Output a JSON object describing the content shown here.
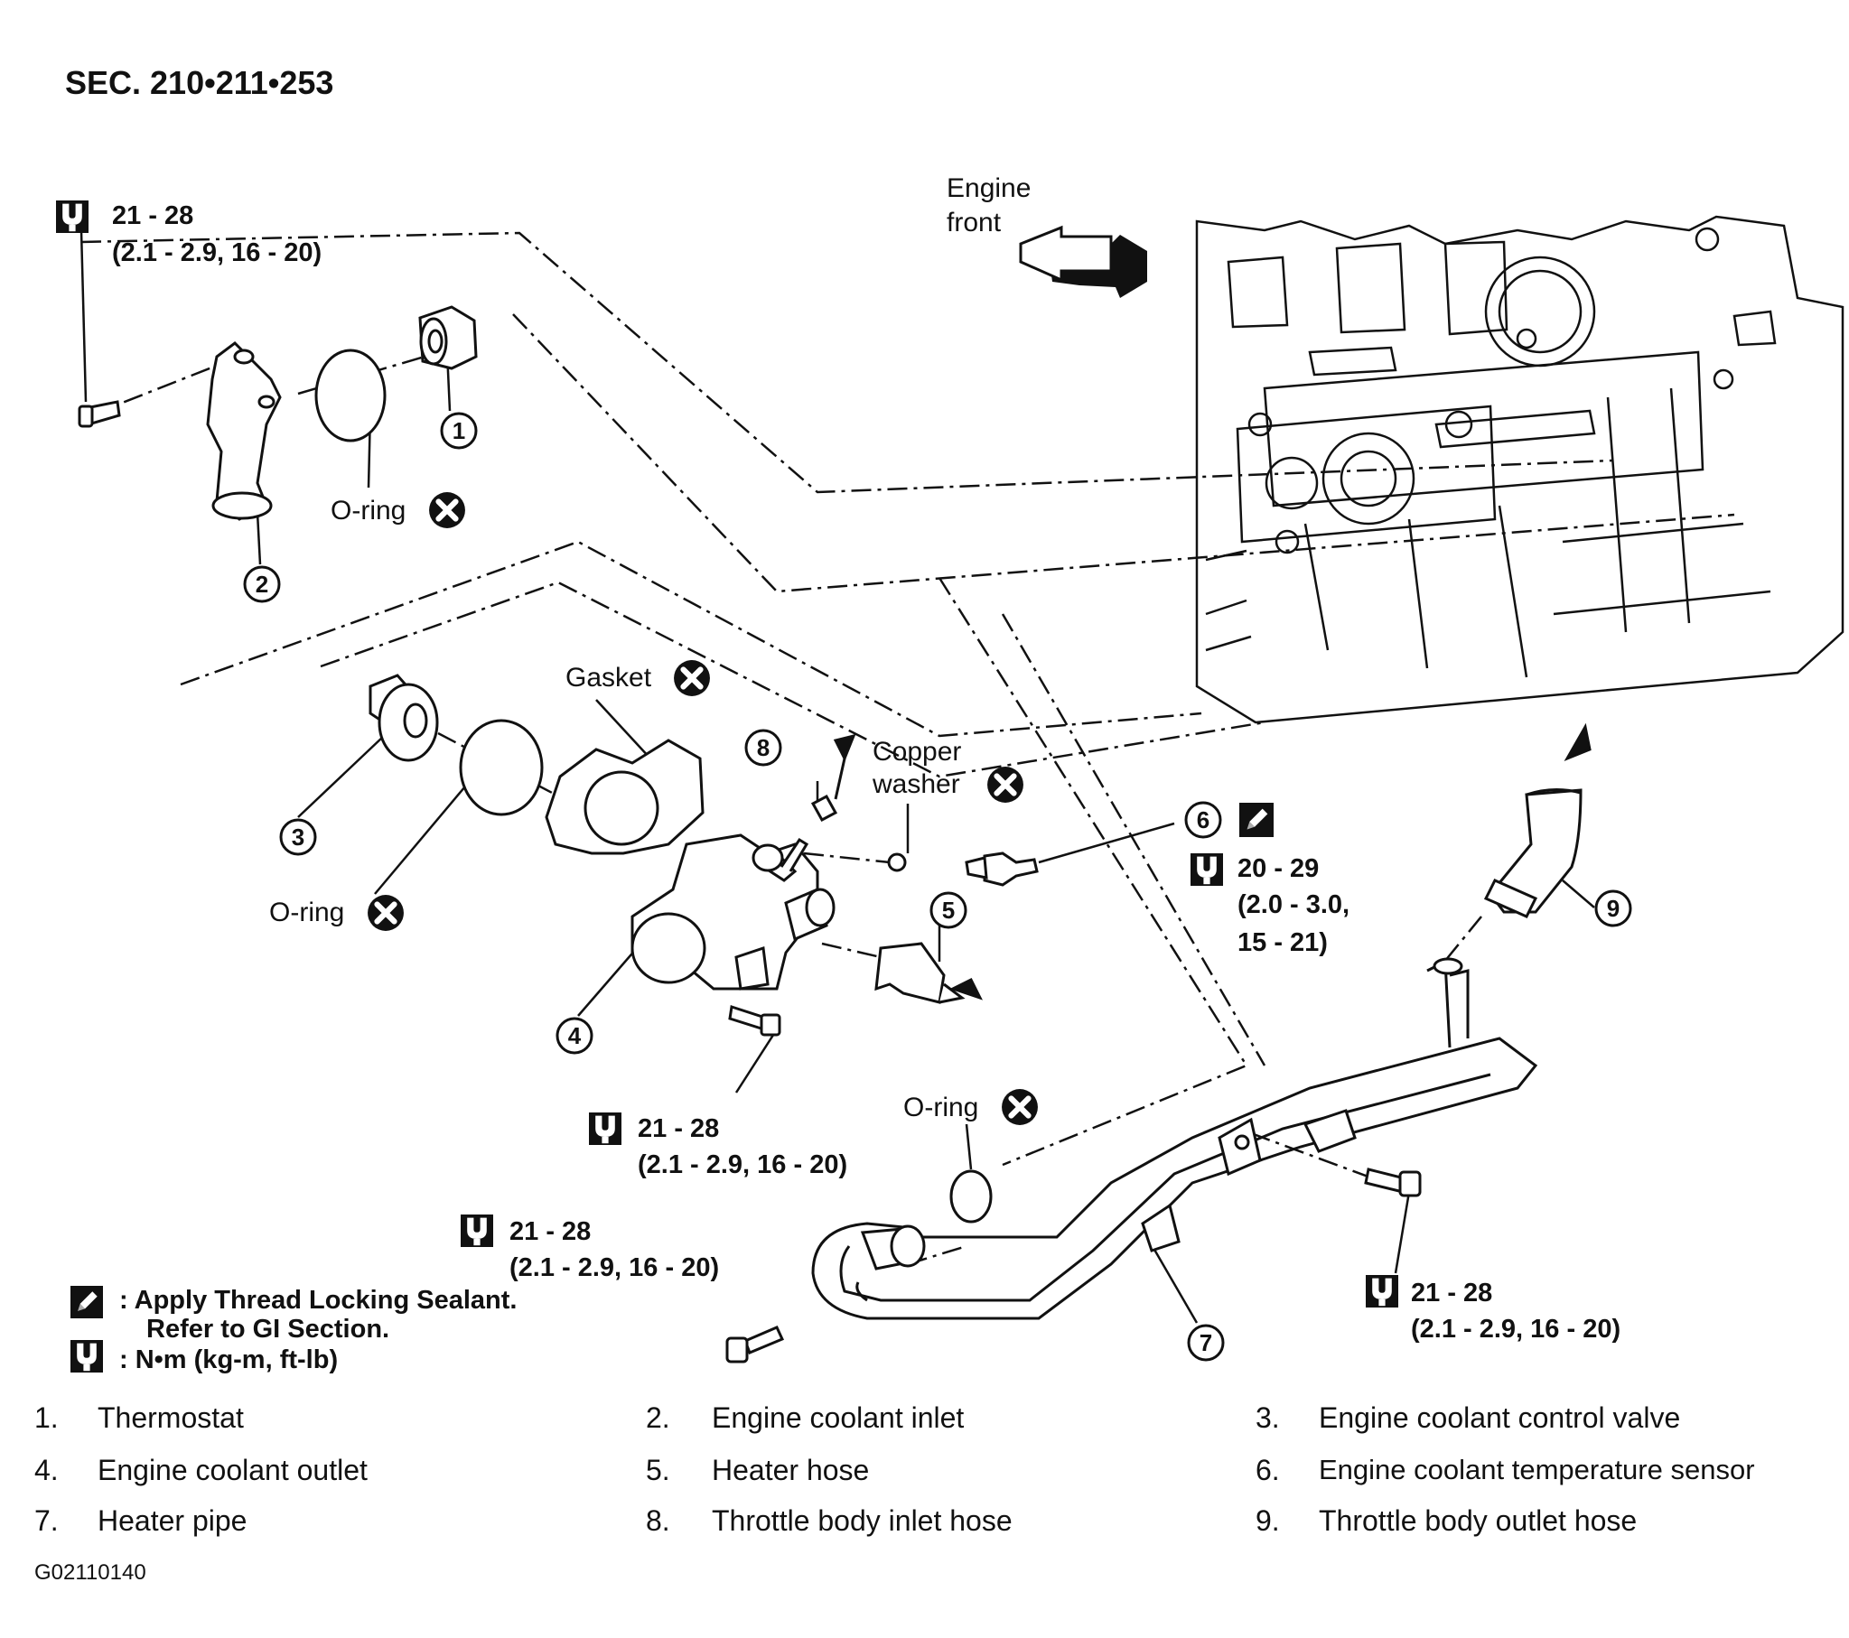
{
  "header": {
    "section": "SEC. 210•211•253"
  },
  "engine_front": {
    "line1": "Engine",
    "line2": "front"
  },
  "callouts": {
    "oring": "O-ring",
    "gasket": "Gasket",
    "copper_line1": "Copper",
    "copper_line2": "washer"
  },
  "torques": {
    "std_top": "21 - 28",
    "std_bottom": "(2.1 - 2.9, 16 - 20)",
    "sensor_top": "20 - 29",
    "sensor_mid": "(2.0 - 3.0,",
    "sensor_bottom": "15 - 21)"
  },
  "key": {
    "sealant_line1": ": Apply Thread Locking Sealant.",
    "sealant_line2": "Refer to GI Section.",
    "torque_unit": ": N•m (kg-m, ft-lb)"
  },
  "part_numbers": [
    "1",
    "2",
    "3",
    "4",
    "5",
    "6",
    "7",
    "8",
    "9"
  ],
  "legend": [
    {
      "num": "1.",
      "name": "Thermostat"
    },
    {
      "num": "2.",
      "name": "Engine coolant inlet"
    },
    {
      "num": "3.",
      "name": "Engine coolant control valve"
    },
    {
      "num": "4.",
      "name": "Engine coolant outlet"
    },
    {
      "num": "5.",
      "name": "Heater hose"
    },
    {
      "num": "6.",
      "name": "Engine coolant temperature sensor"
    },
    {
      "num": "7.",
      "name": "Heater pipe"
    },
    {
      "num": "8.",
      "name": "Throttle body inlet hose"
    },
    {
      "num": "9.",
      "name": "Throttle body outlet hose"
    }
  ],
  "figure_id": "G02110140"
}
